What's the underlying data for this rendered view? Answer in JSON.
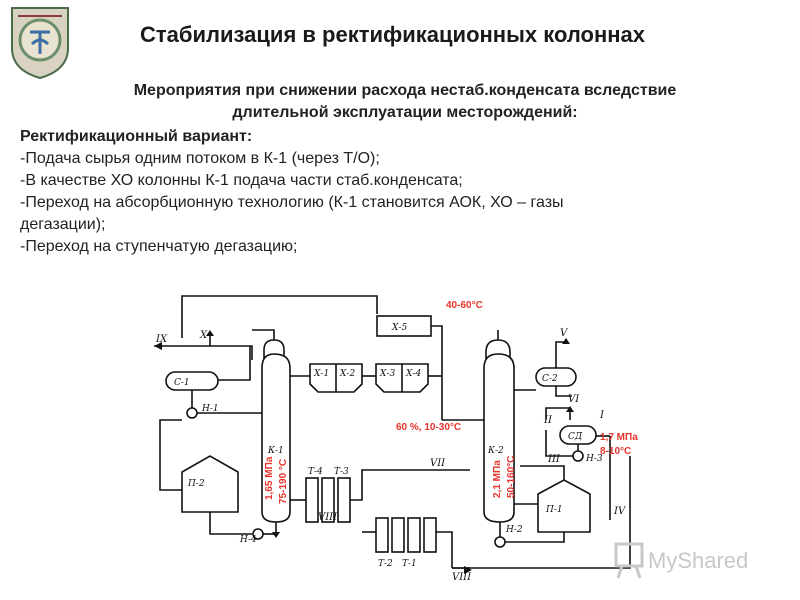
{
  "slide": {
    "title": "Стабилизация в ректификационных колоннах",
    "subtitle_line1": "Мероприятия при снижении расхода нестаб.конденсата вследствие",
    "subtitle_line2": "длительной эксплуатации месторождений:",
    "heading": "Ректификационный вариант:",
    "lines": [
      "-Подача сырья одним потоком в К-1 (через Т/О);",
      "-В качестве ХО колонны К-1 подача части стаб.конденсата;",
      "-Переход на абсорбционную технологию (К-1 становится АОК, ХО – газы",
      "дегазации);",
      "-Переход на ступенчатую дегазацию;"
    ]
  },
  "diagram": {
    "annotations": {
      "temp_top": "40-60°C",
      "k1_pressure": "1,65 МПа",
      "k1_temp": "75-190 °C",
      "feed_note": "60 %, 10-30°C",
      "k2_pressure": "2,1 МПа",
      "k2_temp": "50-160°C",
      "sd_pressure": "1,7 МПа",
      "sd_temp": "8-10°C"
    },
    "equipment": {
      "c1": "С-1",
      "h1": "Н-1",
      "k1": "К-1",
      "x1": "Х-1",
      "x2": "Х-2",
      "x3": "Х-3",
      "x4": "Х-4",
      "x5": "Х-5",
      "c2": "С-2",
      "k2": "К-2",
      "sd": "СД",
      "h3": "Н-3",
      "p2": "П-2",
      "h4": "Н-4",
      "t4": "Т-4",
      "t3": "Т-3",
      "t2": "Т-2",
      "t1": "Т-1",
      "p1": "П-1",
      "h2": "Н-2"
    },
    "streams": {
      "ix": "IX",
      "x": "X",
      "v": "V",
      "vi": "VI",
      "ii": "II",
      "i": "I",
      "iii": "III",
      "iv": "IV",
      "vii": "VII",
      "viii_left": "VIII",
      "viii_bottom": "VIII"
    },
    "colors": {
      "annotation": "#e8342d",
      "line": "#111111"
    }
  },
  "watermark": {
    "text": "MyShared",
    "icon": "presentation-board-icon"
  },
  "logo": {
    "icon": "university-emblem-icon"
  }
}
